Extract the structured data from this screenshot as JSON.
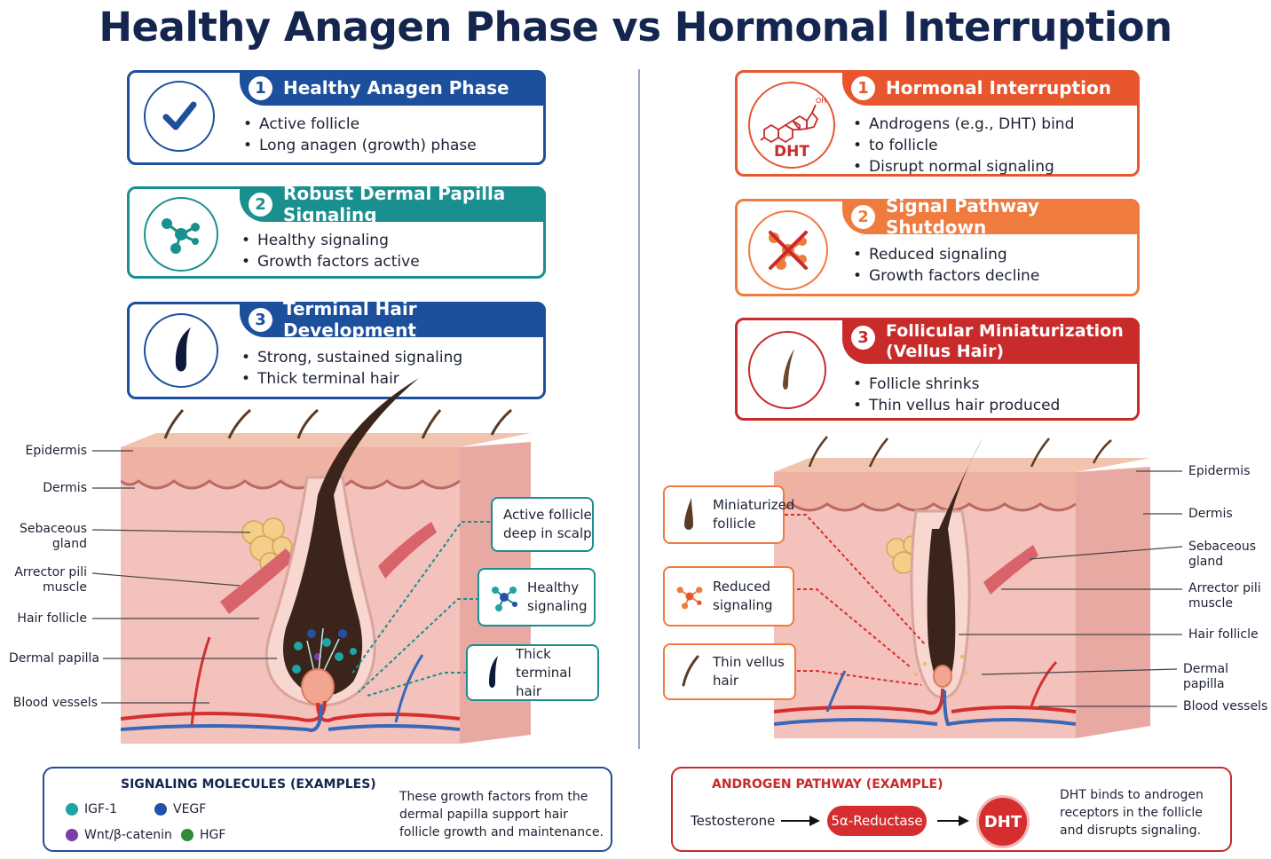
{
  "title": "Healthy Anagen Phase vs Hormonal Interruption",
  "left_steps": [
    {
      "num": "1",
      "title": "Healthy Anagen Phase",
      "bullets": [
        "Active follicle",
        "Long anagen (growth) phase"
      ],
      "icon": "checkmark-icon"
    },
    {
      "num": "2",
      "title": "Robust Dermal Papilla Signaling",
      "bullets": [
        "Healthy signaling",
        "Growth factors active"
      ],
      "icon": "molecule-network-icon"
    },
    {
      "num": "3",
      "title": "Terminal Hair Development",
      "bullets": [
        "Strong, sustained signaling",
        "Thick terminal hair"
      ],
      "icon": "thick-hair-icon"
    }
  ],
  "right_steps": [
    {
      "num": "1",
      "title": "Hormonal Interruption",
      "bullets": [
        "Androgens (e.g., DHT) bind",
        "to follicle",
        "Disrupt normal signaling"
      ],
      "icon": "dht-molecule-icon",
      "icon_label": "DHT",
      "icon_sub": "OH"
    },
    {
      "num": "2",
      "title": "Signal Pathway Shutdown",
      "bullets": [
        "Reduced signaling",
        "Growth factors decline"
      ],
      "icon": "blocked-signal-icon"
    },
    {
      "num": "3",
      "title": "Follicular Miniaturization",
      "title2": "(Vellus Hair)",
      "bullets": [
        "Follicle shrinks",
        "Thin vellus hair produced"
      ],
      "icon": "thin-hair-icon"
    }
  ],
  "left_labels": [
    {
      "text": "Epidermis"
    },
    {
      "text": "Dermis"
    },
    {
      "text": "Sebaceous\ngland"
    },
    {
      "text": "Arrector pili\nmuscle"
    },
    {
      "text": "Hair follicle"
    },
    {
      "text": "Dermal papilla"
    },
    {
      "text": "Blood vessels"
    }
  ],
  "right_labels": [
    {
      "text": "Epidermis"
    },
    {
      "text": "Dermis"
    },
    {
      "text": "Sebaceous\ngland"
    },
    {
      "text": "Arrector pili\nmuscle"
    },
    {
      "text": "Hair follicle"
    },
    {
      "text": "Dermal papilla"
    },
    {
      "text": "Blood vessels"
    }
  ],
  "left_callouts": [
    {
      "text": "Active follicle\ndeep in scalp"
    },
    {
      "text": "Healthy\nsignaling"
    },
    {
      "text": "Thick terminal\nhair"
    }
  ],
  "right_callouts": [
    {
      "text": "Miniaturized\nfollicle"
    },
    {
      "text": "Reduced\nsignaling"
    },
    {
      "text": "Thin vellus\nhair"
    }
  ],
  "signaling_box": {
    "heading": "SIGNALING MOLECULES (EXAMPLES)",
    "molecules": [
      {
        "name": "IGF-1",
        "color": "#1fa3a3"
      },
      {
        "name": "VEGF",
        "color": "#2251a8"
      },
      {
        "name": "Wnt/β-catenin",
        "color": "#7a3ea8"
      },
      {
        "name": "HGF",
        "color": "#2f8a3a"
      }
    ],
    "description": "These growth factors from the dermal papilla support hair follicle growth and maintenance."
  },
  "androgen_box": {
    "heading": "ANDROGEN PATHWAY (EXAMPLE)",
    "testosterone": "Testosterone",
    "enzyme": "5α-Reductase",
    "product": "DHT",
    "description": "DHT binds to androgen receptors in the follicle and disrupts signaling."
  },
  "colors": {
    "navy": "#14264f",
    "blue": "#1c4f9c",
    "teal": "#1a8f8f",
    "orange": "#e8562e",
    "light_orange": "#f07b3f",
    "red": "#c92a2a",
    "skin": "#f4c2bc",
    "epidermis": "#f5cdb8"
  }
}
